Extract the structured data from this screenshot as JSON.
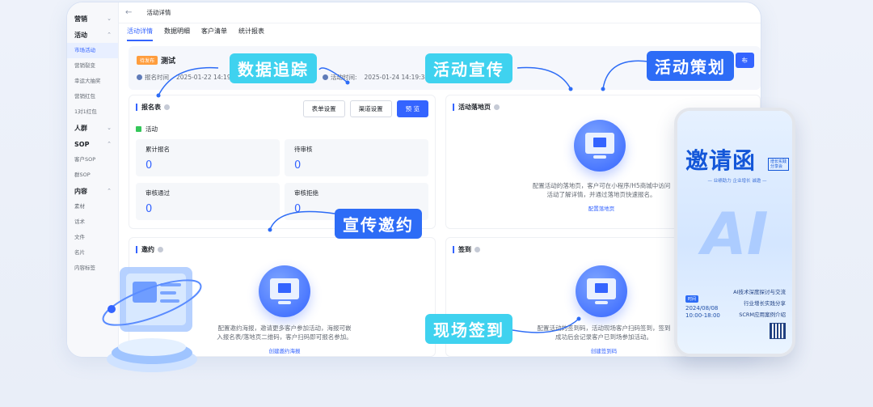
{
  "sidebar": {
    "groups": [
      {
        "label": "营销",
        "chevron": "⌄"
      },
      {
        "label": "活动",
        "chevron": "⌃"
      },
      {
        "label": "人群",
        "chevron": "⌄"
      },
      {
        "label": "SOP",
        "chevron": "⌃"
      },
      {
        "label": "内容",
        "chevron": "⌃"
      }
    ],
    "activity_items": [
      "市场活动",
      "营销裂变",
      "幸运大抽奖",
      "营销红包",
      "1对1红包"
    ],
    "sop_items": [
      "客户SOP",
      "群SOP"
    ],
    "content_items": [
      "素材",
      "话术",
      "文件",
      "名片",
      "内容标签"
    ]
  },
  "topbar": {
    "back_icon": "←",
    "title": "活动详情"
  },
  "tabs": [
    "活动详情",
    "数据明细",
    "客户清单",
    "统计报表"
  ],
  "header": {
    "badge": "待发布",
    "title": "测试",
    "signup_label": "报名时间",
    "signup_time": "2025-01-22 14:19",
    "activity_label": "活动时间:",
    "activity_time": "2025-01-24 14:19:34",
    "publish_partial": "布"
  },
  "signup_form": {
    "title": "报名表",
    "buttons": [
      "表单设置",
      "渠道设置",
      "预 览"
    ],
    "tag": "活动",
    "stats": [
      {
        "label": "累计报名",
        "value": "0"
      },
      {
        "label": "待审核",
        "value": "0"
      },
      {
        "label": "审核通过",
        "value": "0"
      },
      {
        "label": "审核拒绝",
        "value": "0"
      }
    ]
  },
  "landing": {
    "title": "活动落地页",
    "desc_line1": "配置活动的落地页，客户可在小程序/H5商城中访问",
    "desc_line2": "活动了解详情，并通过落地页快速报名。",
    "link": "配置落地页"
  },
  "invite": {
    "title": "邀约",
    "desc_line1": "配置邀约海报，邀请更多客户参加活动，海报可嵌",
    "desc_line2": "入报名表/落地页二维码，客户扫码即可报名参加。",
    "link": "创建邀约海报"
  },
  "checkin": {
    "title": "签到",
    "desc_line1": "配置活动的签到码，活动现场客户扫码签到，签到",
    "desc_line2": "成功后会记录客户已到场参加活动。",
    "link": "创建签到码"
  },
  "callouts": {
    "data_tracking": "数据追踪",
    "promotion": "活动宣传",
    "planning": "活动策划",
    "invite_promo": "宣传邀约",
    "checkin": "现场签到"
  },
  "phone": {
    "title": "邀请函",
    "tag_line1": "增长实践",
    "tag_line2": "分享会",
    "subtitle": "— 业绩助力 企业增长 诚邀 —",
    "ai_text": "AI",
    "date_badge": "时间",
    "date": "2024/08/08",
    "time": "10:00-18:00",
    "bullets": [
      "AI技术深度探讨与交流",
      "行业增长实践分享",
      "SCRM应用案例介绍"
    ]
  },
  "colors": {
    "primary": "#3464ff",
    "callout_cyan": "#3fd2ef",
    "callout_blue": "#2d6cf6",
    "badge_orange": "#ff9d3d"
  }
}
